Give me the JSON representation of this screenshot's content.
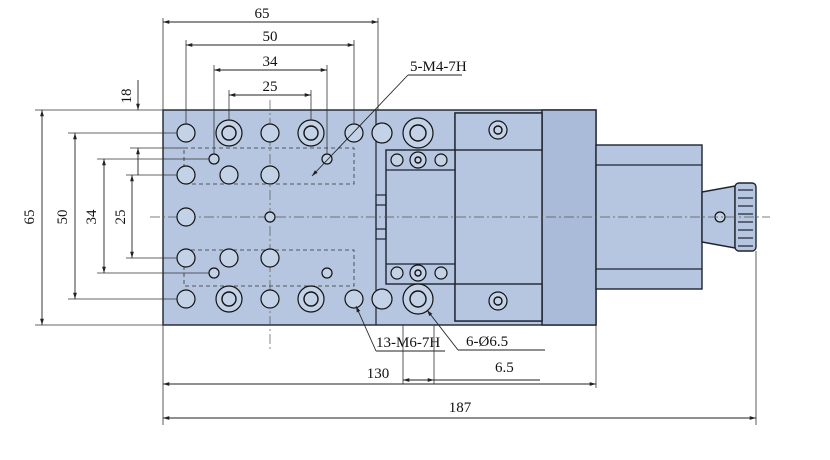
{
  "dimensions": {
    "top_65": "65",
    "top_50": "50",
    "top_34": "34",
    "top_25": "25",
    "left_18": "18",
    "left_65": "65",
    "left_50": "50",
    "left_34": "34",
    "left_25": "25",
    "bottom_130": "130",
    "bottom_187": "187",
    "pitch_6_5": "6.5"
  },
  "callouts": {
    "thread_m4": "5-M4-7H",
    "thread_m6": "13-M6-7H",
    "holes_6_5": "6-Ø6.5"
  },
  "colors": {
    "body": "#b6c6e0",
    "outline": "#1d2430"
  }
}
